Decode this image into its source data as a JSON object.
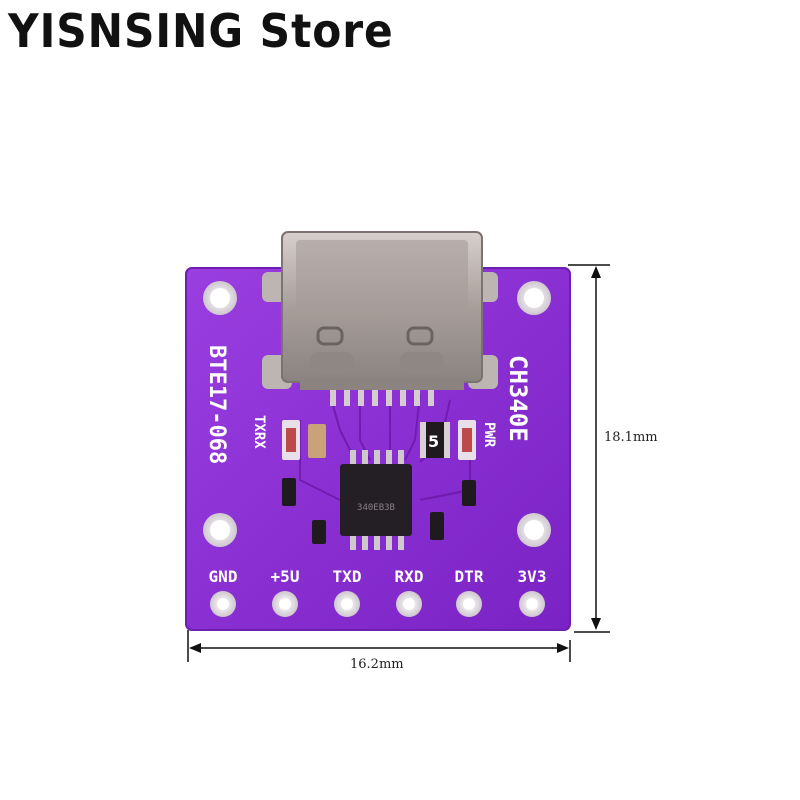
{
  "header": {
    "store_name": "YISNSING Store"
  },
  "board": {
    "model_label": "BTE17-068",
    "chip_label": "CH340E",
    "chip_marking": "340EB3B",
    "led_labels": {
      "txrx": "TXRX",
      "pwr": "PWR"
    },
    "resistor_code": "5",
    "pins": [
      "GND",
      "+5U",
      "TXD",
      "RXD",
      "DTR",
      "3V3"
    ],
    "pcb_color": "#8a2fd0",
    "pcb_edge_color": "#6d1fb0"
  },
  "dimensions": {
    "height": "18.1mm",
    "width": "16.2mm"
  }
}
